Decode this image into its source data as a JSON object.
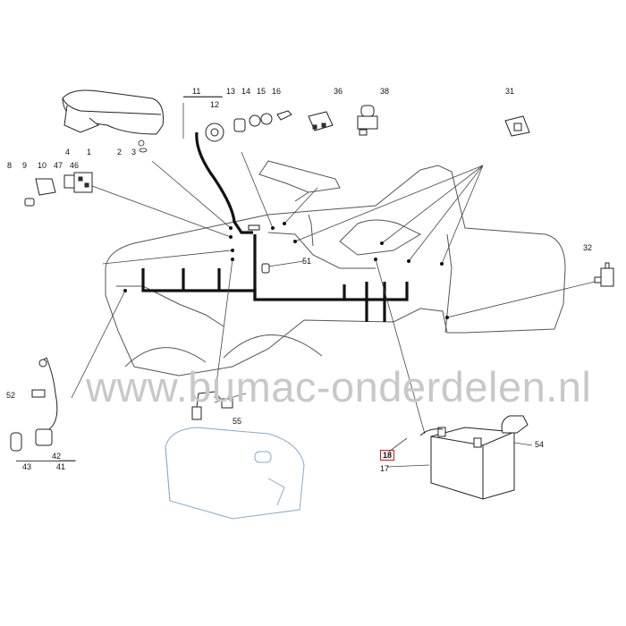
{
  "watermark": "www.bumac-onderdelen.nl",
  "highlight_color": "#dd1111",
  "callouts": {
    "c1": "1",
    "c2": "2",
    "c3": "3",
    "c4": "4",
    "c8": "8",
    "c9": "9",
    "c10": "10",
    "c11": "11",
    "c12": "12",
    "c13": "13",
    "c14": "14",
    "c15": "15",
    "c16": "16",
    "c17": "17",
    "c18": "18",
    "c31": "31",
    "c32": "32",
    "c36": "36",
    "c38": "38",
    "c41": "41",
    "c42": "42",
    "c43": "43",
    "c46": "46",
    "c47": "47",
    "c51": "51",
    "c52": "52",
    "c54": "54",
    "c55": "55"
  }
}
